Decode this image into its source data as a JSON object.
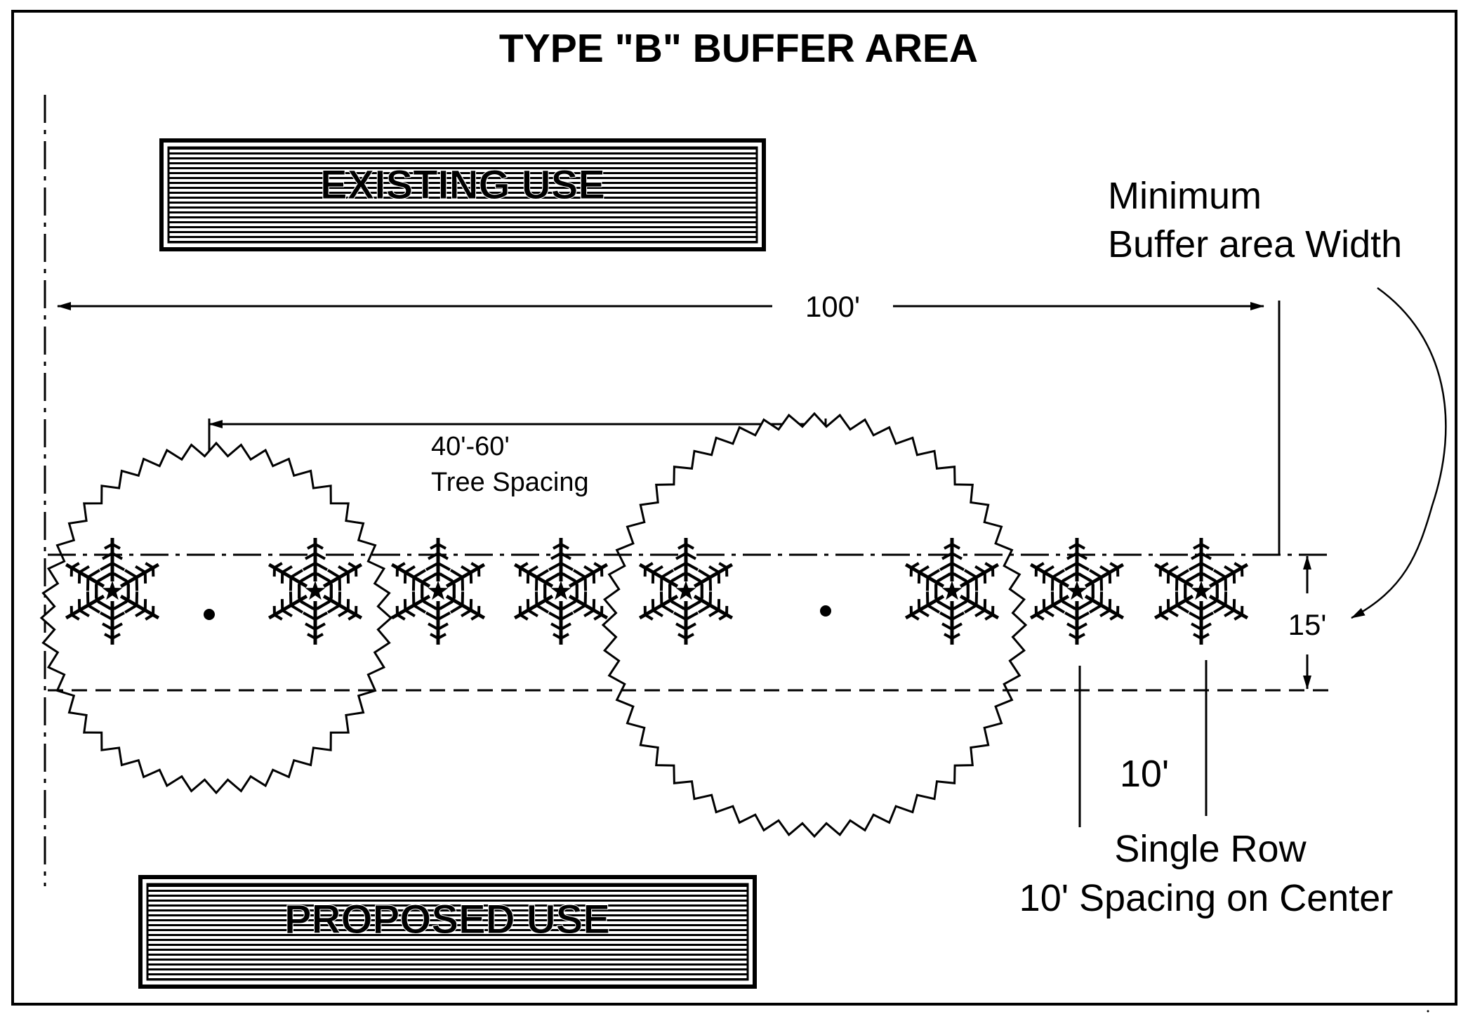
{
  "title": "TYPE \"B\" BUFFER AREA",
  "existing_use": "EXISTING USE",
  "proposed_use": "PROPOSED USE",
  "buffer_width_label_line1": "Minimum",
  "buffer_width_label_line2": "Buffer area Width",
  "buffer_length": "100'",
  "tree_spacing_value": "40'-60'",
  "tree_spacing_label": "Tree Spacing",
  "buffer_depth": "15'",
  "shrub_spacing_value": "10'",
  "shrub_row_label_line1": "Single Row",
  "shrub_row_label_line2": "10' Spacing on Center",
  "icons": {
    "shrub": "snowflake-shrub-icon",
    "canopy": "tree-canopy-icon",
    "trunk": "tree-trunk-dot-icon"
  },
  "colors": {
    "line": "#000000",
    "background": "#ffffff"
  }
}
